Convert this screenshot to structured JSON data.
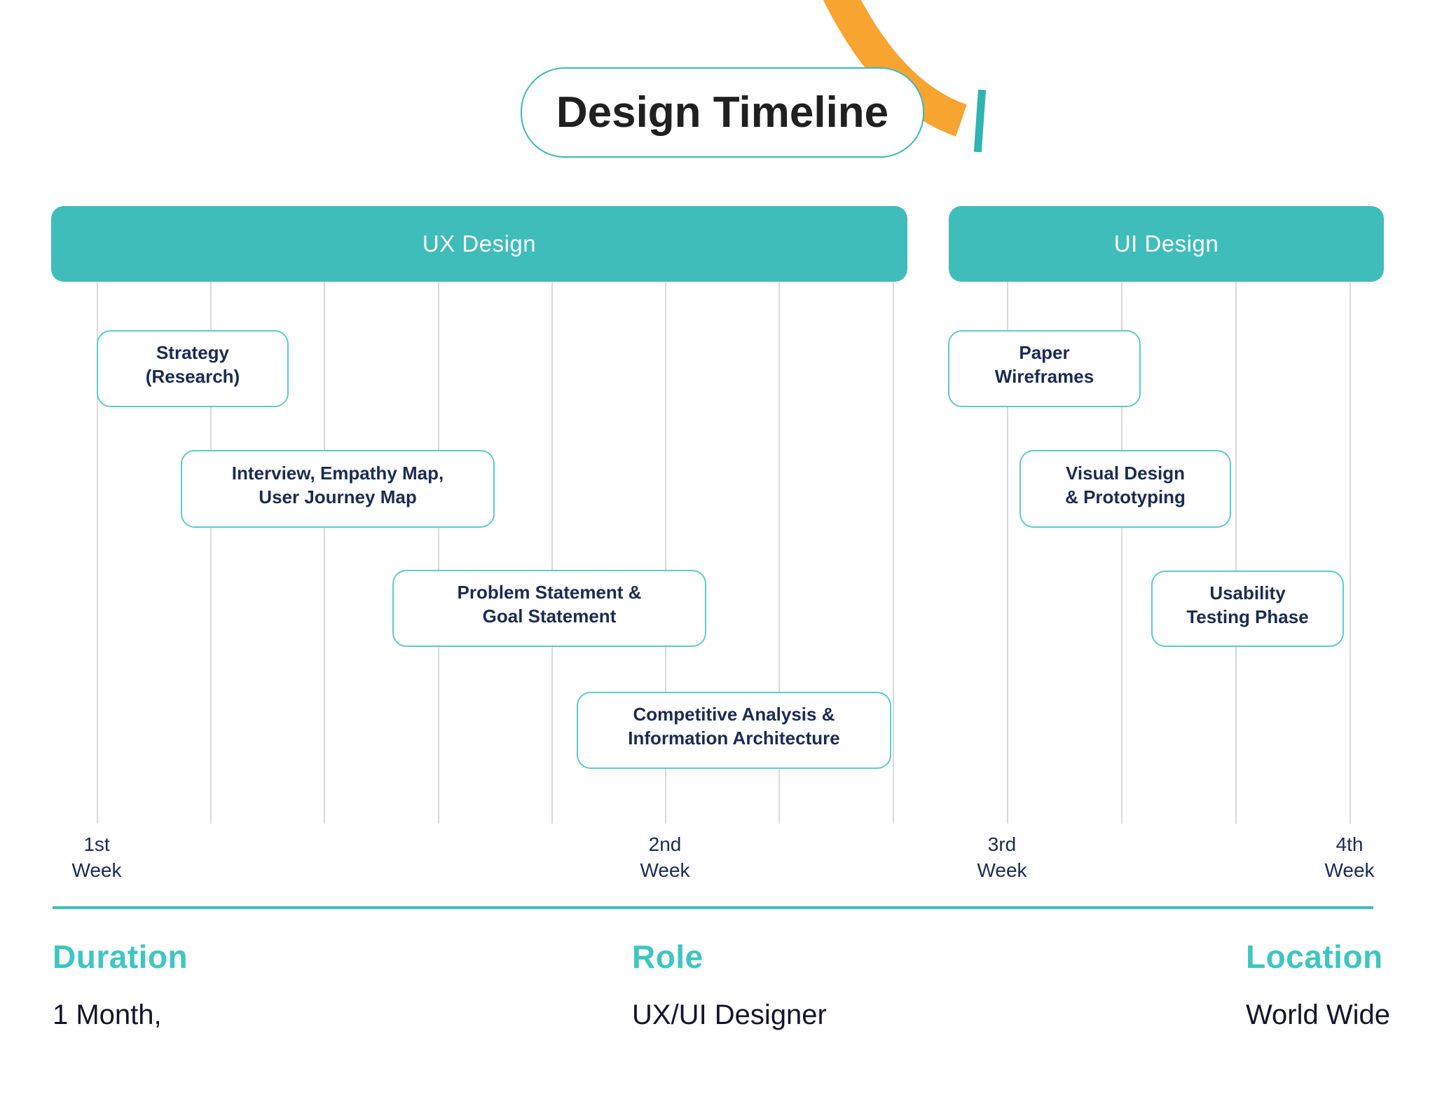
{
  "title": {
    "text": "Design Timeline"
  },
  "sections": [
    {
      "label": "UX Design"
    },
    {
      "label": "UI Design"
    }
  ],
  "tasks": [
    {
      "line1": "Strategy",
      "line2": "(Research)"
    },
    {
      "line1": "Interview, Empathy Map,",
      "line2": "User Journey Map"
    },
    {
      "line1": "Problem Statement &",
      "line2": "Goal Statement"
    },
    {
      "line1": "Competitive Analysis &",
      "line2": "Information Architecture"
    },
    {
      "line1": "Paper",
      "line2": "Wireframes"
    },
    {
      "line1": "Visual Design",
      "line2": "& Prototyping"
    },
    {
      "line1": "Usability",
      "line2": "Testing Phase"
    }
  ],
  "weeks": [
    {
      "ordinal": "1st",
      "word": "Week"
    },
    {
      "ordinal": "2nd",
      "word": "Week"
    },
    {
      "ordinal": "3rd",
      "word": "Week"
    },
    {
      "ordinal": "4th",
      "word": "Week"
    }
  ],
  "footer": [
    {
      "label": "Duration",
      "value": "1 Month,"
    },
    {
      "label": "Role",
      "value": "UX/UI Designer"
    },
    {
      "label": "Location",
      "value": "World Wide"
    }
  ],
  "icons": {
    "orange_swoosh": "orange-swoosh",
    "teal_slash": "teal-slash"
  },
  "colors": {
    "teal_bar": "#3FBDBB",
    "teal_border": "#5ECBCA",
    "teal_heading": "#3EC6C2",
    "navy_text": "#1B2B52",
    "dark_text": "#14142B",
    "orange_accent": "#F7A431",
    "gridline": "#D9D9D9",
    "title_text": "#202020"
  }
}
